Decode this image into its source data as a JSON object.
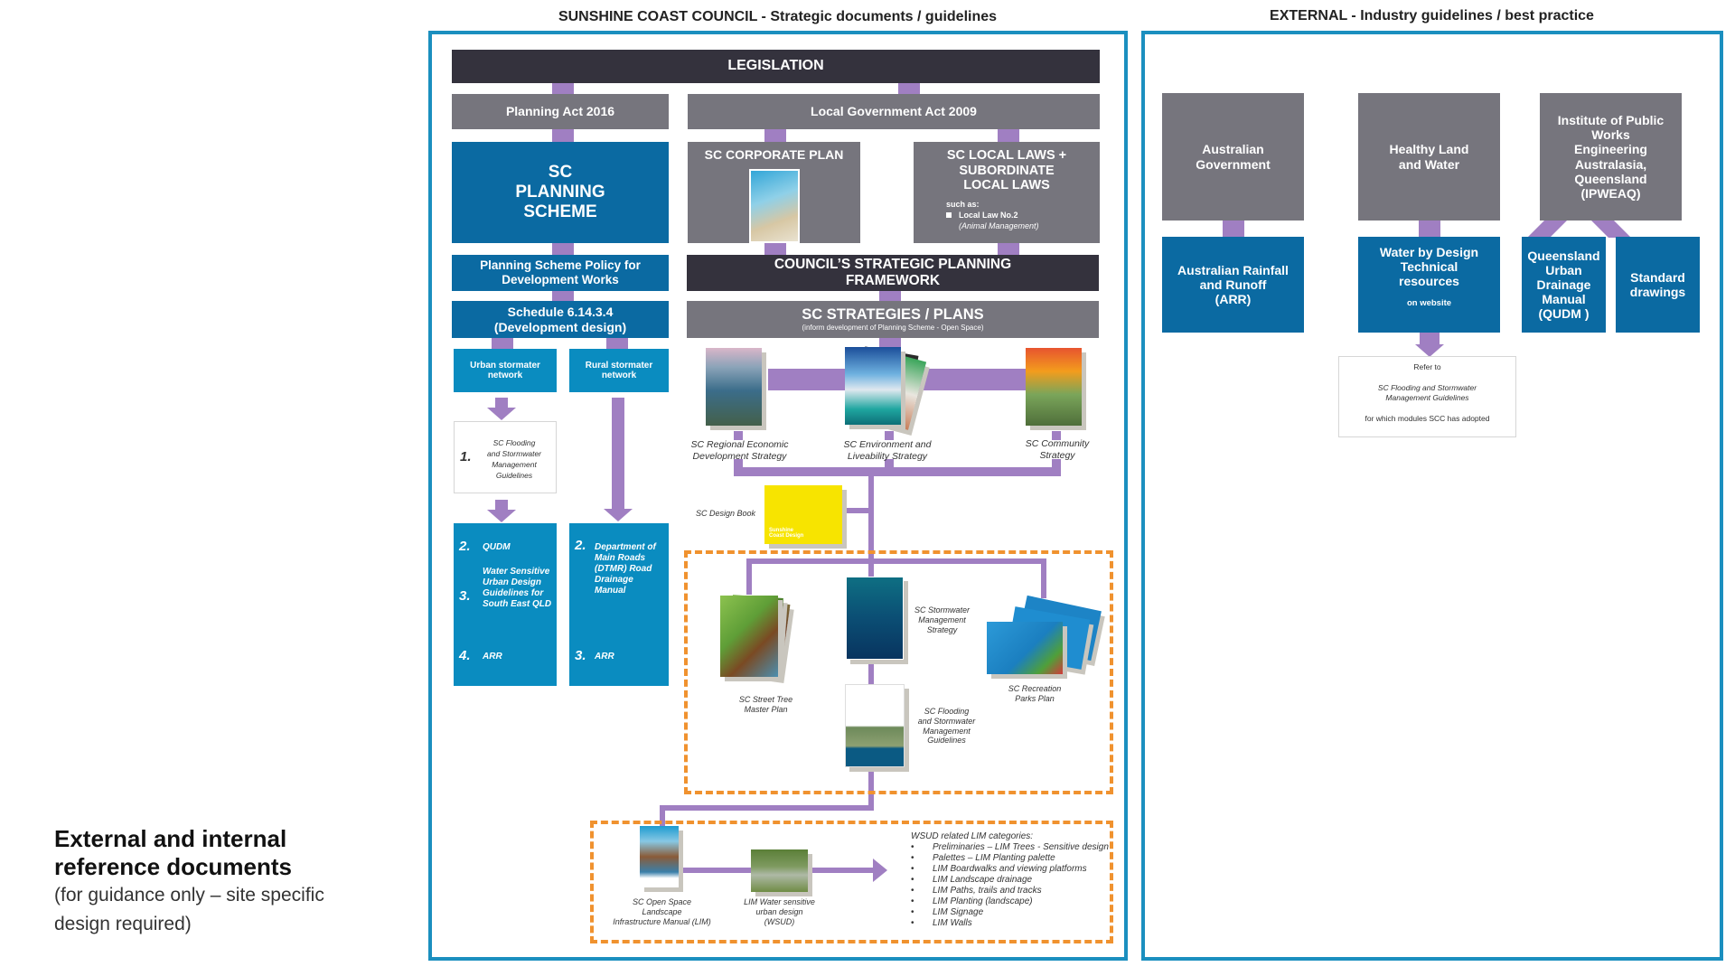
{
  "left_panel": {
    "title": "SUNSHINE COAST COUNCIL - Strategic documents / guidelines",
    "legislation": "LEGISLATION",
    "planning_act": "Planning Act 2016",
    "lga": "Local Government Act 2009",
    "planning_scheme": [
      "SC",
      "PLANNING",
      "SCHEME"
    ],
    "corporate_plan": "SC CORPORATE PLAN",
    "local_laws": {
      "title": [
        "SC LOCAL LAWS +",
        "SUBORDINATE",
        "LOCAL LAWS"
      ],
      "such_as": "such as:",
      "item": "Local Law No.2",
      "item_note": "(Animal Management)"
    },
    "psp": [
      "Planning Scheme Policy for",
      "Development Works"
    ],
    "schedule": [
      "Schedule 6.14.3.4",
      "(Development design)"
    ],
    "framework": [
      "COUNCIL’S STRATEGIC PLANNING",
      "FRAMEWORK"
    ],
    "strategies": {
      "title": "SC STRATEGIES / PLANS",
      "subtitle": "(inform development of Planning Scheme - Open Space)"
    },
    "urban": [
      "Urban stormater",
      "network"
    ],
    "rural": [
      "Rural stormater",
      "network"
    ],
    "flood_guide": {
      "num": "1.",
      "text": [
        "SC Flooding",
        "and Stormwater",
        "Management",
        "Guidelines"
      ]
    },
    "urban_list": [
      {
        "num": "2.",
        "text": "QUDM"
      },
      {
        "num": "3.",
        "text": "Water Sensitive Urban Design Guidelines for South East QLD"
      },
      {
        "num": "4.",
        "text": "ARR"
      }
    ],
    "rural_list": [
      {
        "num": "2.",
        "text": "Department of Main Roads (DTMR) Road Drainage Manual"
      },
      {
        "num": "3.",
        "text": "ARR"
      }
    ],
    "strategy_docs": [
      {
        "label": [
          "SC Regional Economic",
          "Development Strategy"
        ]
      },
      {
        "label": [
          "SC Environment and",
          "Liveability Strategy"
        ]
      },
      {
        "label": [
          "SC Community",
          "Strategy"
        ]
      }
    ],
    "design_book": "SC Design Book",
    "design_book_cover": "Sunshine Coast Design",
    "street_tree": [
      "SC Street Tree",
      "Master Plan"
    ],
    "stormwater_strategy": [
      "SC Stormwater",
      "Management",
      "Strategy"
    ],
    "flood_guidelines": [
      "SC Flooding",
      "and Stormwater",
      "Management",
      "Guidelines"
    ],
    "recreation": [
      "SC Recreation",
      "Parks Plan"
    ],
    "lim": [
      "SC Open Space",
      "Landscape",
      "Infrastructure Manual (LIM)"
    ],
    "wsud": [
      "LIM Water sensitive",
      "urban design",
      "(WSUD)"
    ],
    "wsud_categories": {
      "heading": "WSUD related LIM categories:",
      "items": [
        "Preliminaries – LIM Trees - Sensitive design",
        "Palettes – LIM Planting palette",
        "LIM Boardwalks and viewing platforms",
        "LIM Landscape drainage",
        "LIM Paths, trails and tracks",
        "LIM Planting (landscape)",
        "LIM Signage",
        "LIM Walls"
      ]
    }
  },
  "right_panel": {
    "title": "EXTERNAL - Industry guidelines / best practice",
    "aus_gov": [
      "Australian",
      "Government"
    ],
    "arr": [
      "Australian Rainfall",
      "and Runoff",
      "(ARR)"
    ],
    "hlw": [
      "Healthy Land",
      "and Water"
    ],
    "wbd": [
      "Water by Design",
      "Technical",
      "resources"
    ],
    "wbd_note": "on website",
    "ipweaq": [
      "Institute of Public",
      "Works",
      "Engineering",
      "Australasia,",
      "Queensland",
      "(IPWEAQ)"
    ],
    "qudm": [
      "Queensland",
      "Urban",
      "Drainage",
      "Manual",
      "(QUDM )"
    ],
    "standard": [
      "Standard",
      "drawings"
    ],
    "refer": {
      "line1": "Refer to",
      "line2": "SC Flooding and Stormwater",
      "line3": "Management Guidelines",
      "line4": "for which modules SCC has adopted"
    }
  },
  "caption": {
    "title_line1": "External and internal",
    "title_line2": "reference documents",
    "sub_line1": "(for guidance only – site specific",
    "sub_line2": "design required)"
  },
  "colors": {
    "frame": "#1b8fbf",
    "dark": "#34323d",
    "gray": "#76757d",
    "navy": "#0b6aa2",
    "cyan": "#0a8cc0",
    "connector": "#a07fc2",
    "dashed": "#f0922f"
  }
}
